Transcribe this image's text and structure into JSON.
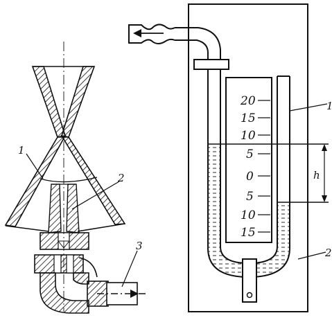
{
  "figure": {
    "colors": {
      "ink": "#111111",
      "paper": "#ffffff"
    },
    "left_part": {
      "callouts": [
        "1",
        "2",
        "3"
      ]
    },
    "right_part": {
      "scale_labels": [
        "20",
        "15",
        "10",
        "5",
        "0",
        "5",
        "10",
        "15"
      ],
      "callouts": [
        "1",
        "2"
      ],
      "dimension_label": "h"
    }
  }
}
